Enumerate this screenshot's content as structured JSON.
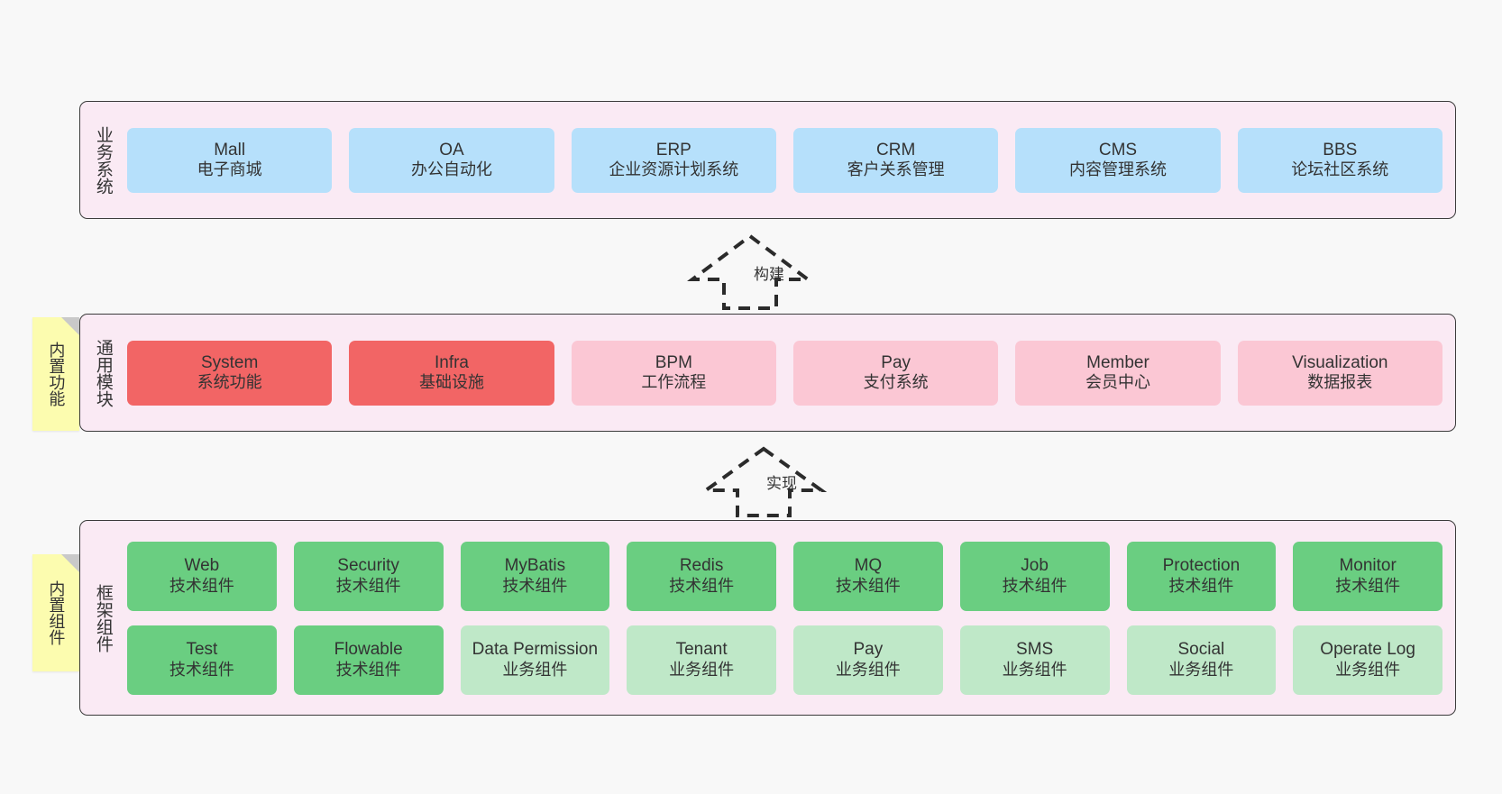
{
  "diagram": {
    "title": "",
    "colors": {
      "band_bg": "#faeaf4",
      "band_border": "#3b3b3b",
      "business_cell": "#b6e0fb",
      "module_strong": "#f26565",
      "module_light": "#fbc7d4",
      "tech_component": "#6ace81",
      "biz_component": "#bfe8c8",
      "note_bg": "#fcfcaf",
      "note_fold": "#c9c9c9",
      "page_bg": "#f8f8f8",
      "text": "#333333"
    }
  },
  "bands": {
    "business": {
      "label": "业务系统",
      "cells": [
        {
          "en": "Mall",
          "cn": "电子商城"
        },
        {
          "en": "OA",
          "cn": "办公自动化"
        },
        {
          "en": "ERP",
          "cn": "企业资源计划系统"
        },
        {
          "en": "CRM",
          "cn": "客户关系管理"
        },
        {
          "en": "CMS",
          "cn": "内容管理系统"
        },
        {
          "en": "BBS",
          "cn": "论坛社区系统"
        }
      ]
    },
    "module": {
      "label": "通用模块",
      "note": "内置功能",
      "cells": [
        {
          "en": "System",
          "cn": "系统功能",
          "style": "mod-strong"
        },
        {
          "en": "Infra",
          "cn": "基础设施",
          "style": "mod-strong"
        },
        {
          "en": "BPM",
          "cn": "工作流程",
          "style": "mod-light"
        },
        {
          "en": "Pay",
          "cn": "支付系统",
          "style": "mod-light"
        },
        {
          "en": "Member",
          "cn": "会员中心",
          "style": "mod-light"
        },
        {
          "en": "Visualization",
          "cn": "数据报表",
          "style": "mod-light"
        }
      ]
    },
    "framework": {
      "label": "框架组件",
      "note": "内置组件",
      "row1": [
        {
          "en": "Web",
          "cn": "技术组件",
          "style": "tech"
        },
        {
          "en": "Security",
          "cn": "技术组件",
          "style": "tech"
        },
        {
          "en": "MyBatis",
          "cn": "技术组件",
          "style": "tech"
        },
        {
          "en": "Redis",
          "cn": "技术组件",
          "style": "tech"
        },
        {
          "en": "MQ",
          "cn": "技术组件",
          "style": "tech"
        },
        {
          "en": "Job",
          "cn": "技术组件",
          "style": "tech"
        },
        {
          "en": "Protection",
          "cn": "技术组件",
          "style": "tech"
        },
        {
          "en": "Monitor",
          "cn": "技术组件",
          "style": "tech"
        }
      ],
      "row2": [
        {
          "en": "Test",
          "cn": "技术组件",
          "style": "tech"
        },
        {
          "en": "Flowable",
          "cn": "技术组件",
          "style": "tech"
        },
        {
          "en": "Data Permission",
          "cn": "业务组件",
          "style": "biz"
        },
        {
          "en": "Tenant",
          "cn": "业务组件",
          "style": "biz"
        },
        {
          "en": "Pay",
          "cn": "业务组件",
          "style": "biz"
        },
        {
          "en": "SMS",
          "cn": "业务组件",
          "style": "biz"
        },
        {
          "en": "Social",
          "cn": "业务组件",
          "style": "biz"
        },
        {
          "en": "Operate Log",
          "cn": "业务组件",
          "style": "biz"
        }
      ]
    }
  },
  "arrows": [
    {
      "name": "build",
      "label": "构建"
    },
    {
      "name": "implement",
      "label": "实现"
    }
  ]
}
